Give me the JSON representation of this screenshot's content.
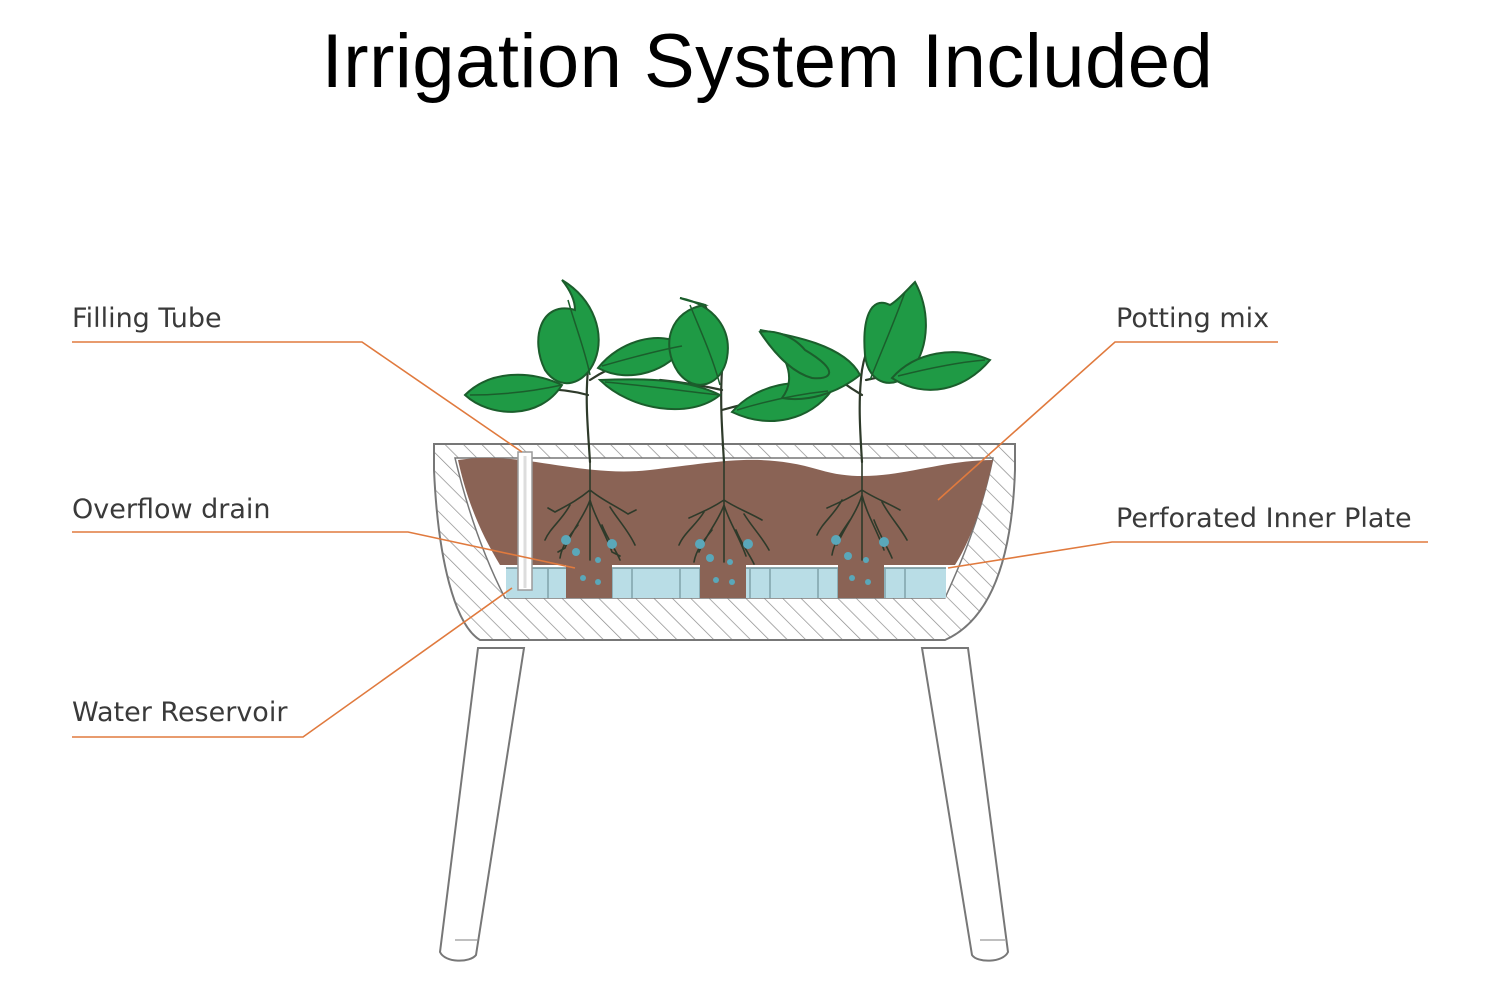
{
  "title": "Irrigation System Included",
  "labels": {
    "filling_tube": "Filling Tube",
    "overflow_drain": "Overflow drain",
    "water_reservoir": "Water Reservoir",
    "potting_mix": "Potting mix",
    "perforated_inner_plate": "Perforated Inner Plate"
  },
  "colors": {
    "callout_line": "#e07a3e",
    "soil": "#8a6355",
    "water": "#b9dde6",
    "leaf": "#1f9a45",
    "leaf_dark": "#1b5e2c",
    "root": "#2e3a2a",
    "outline": "#777777",
    "hatch": "#8a8a8a"
  }
}
